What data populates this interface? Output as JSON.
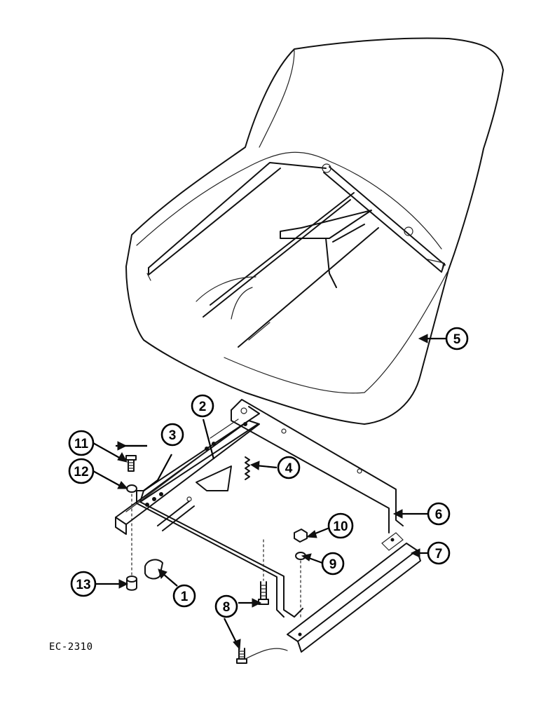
{
  "drawing": {
    "code": "EC-2310"
  },
  "callouts": [
    {
      "id": "1",
      "label": "1"
    },
    {
      "id": "2",
      "label": "2"
    },
    {
      "id": "3",
      "label": "3"
    },
    {
      "id": "4",
      "label": "4"
    },
    {
      "id": "5",
      "label": "5"
    },
    {
      "id": "6",
      "label": "6"
    },
    {
      "id": "7",
      "label": "7"
    },
    {
      "id": "8",
      "label": "8"
    },
    {
      "id": "9",
      "label": "9"
    },
    {
      "id": "10",
      "label": "10"
    },
    {
      "id": "11",
      "label": "11"
    },
    {
      "id": "12",
      "label": "12"
    },
    {
      "id": "13",
      "label": "13"
    }
  ],
  "colors": {
    "line": "#111111",
    "background": "#ffffff"
  }
}
